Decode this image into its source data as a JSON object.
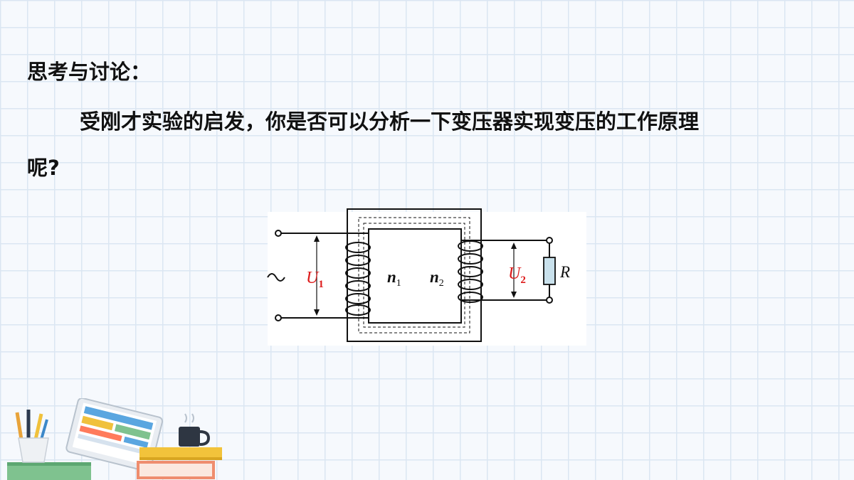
{
  "heading": "思考与讨论：",
  "question": {
    "line1": "受刚才实验的启发，你是否可以分析一下变压器实现变压的工作原理",
    "line2": "呢?"
  },
  "diagram": {
    "labels": {
      "u1": "U",
      "u1_sub": "1",
      "n1": "n",
      "n1_sub": "1",
      "n2": "n",
      "n2_sub": "2",
      "u2": "U",
      "u2_sub": "2",
      "r": "R"
    },
    "colors": {
      "voltage_label": "#dd1a1a",
      "resistor_fill": "#c9e1ec"
    }
  }
}
